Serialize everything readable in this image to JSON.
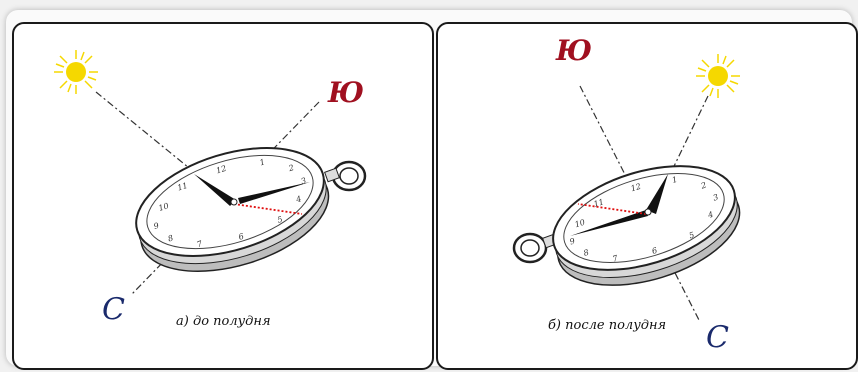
{
  "panel_a": {
    "label_south": "Ю",
    "label_north": "С",
    "caption": "а) до полудня"
  },
  "panel_b": {
    "label_south": "Ю",
    "label_north": "С",
    "caption": "б) после полудня"
  },
  "colors": {
    "south_label": "#a01020",
    "north_label": "#1a2a6c",
    "sun": "#f5d800",
    "bisector": "#e01010"
  }
}
